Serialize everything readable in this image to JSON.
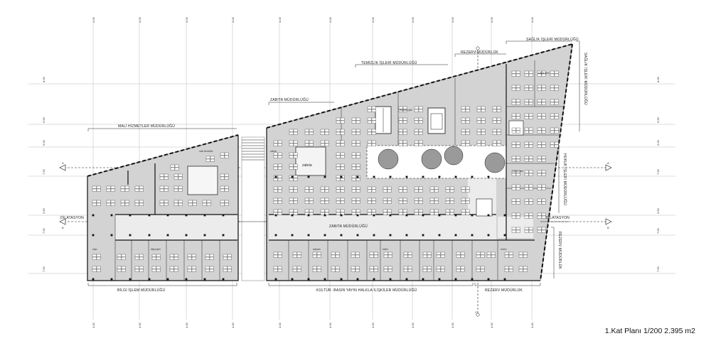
{
  "plan_title": "1.Kat Planı 1/200 2.395 m2",
  "departments": {
    "saglik_top": "SAĞLIK İŞLERİ MÜDÜRLÜĞÜ",
    "saglik_side": "SAĞLIK İŞLERİ MÜDÜRLÜĞÜ",
    "rezerv_top": "REZERV MÜDÜRLÜK",
    "temizlik": "TEMİZLİK İŞLERİ MÜDÜRLÜĞÜ",
    "zabita_top": "ZABITA MÜDÜRLÜĞÜ",
    "zabita_room": "zabıta",
    "zabita_corridor": "ZABITA MÜDÜRLÜĞÜ",
    "mali": "MALİ HİZMETLER MÜDÜRLÜĞÜ",
    "hukuk": "HUKUK İŞLERİ MÜDÜRLÜĞÜ",
    "rezerv_side": "REZERV MÜDÜRLÜK",
    "rezerv_bottom": "REZERV MÜDÜRLÜK",
    "bilgi": "BİLGİ İŞLEM MÜDÜRLÜĞÜ",
    "kultur": "KÜLTÜR -BASIN YAYIN HALKLA İLİŞKİLER MÜDÜRLÜĞÜ"
  },
  "dilatasyon": "DİLATASYON",
  "sections": {
    "a": "A",
    "b": "B",
    "c": "C"
  },
  "elevations_left": [
    "8.00",
    "5.00",
    "6.00",
    "7.50",
    "3.50",
    "7.50",
    "7.50"
  ],
  "elevations_right": [
    "8.00",
    "5.00",
    "6.00",
    "7.50",
    "3.50",
    "7.50",
    "7.50"
  ],
  "grid_dims_top": [
    "4.00",
    "4.00",
    "4.00",
    "4.00",
    "4.00",
    "4.00",
    "4.00",
    "4.00",
    "4.00",
    "4.00",
    "4.00"
  ],
  "grid_dims_bottom": [
    "4.00",
    "4.00",
    "4.00",
    "4.00",
    "4.00",
    "4.00",
    "4.00",
    "4.00",
    "4.00",
    "4.00",
    "4.00"
  ],
  "room_small_labels": {
    "r1": "temizlik işleri",
    "r2": "sağlık işleri",
    "r3": "hukuk işleri",
    "r4": "bilgi işlem",
    "r5": "kültür",
    "r6": "rezerv",
    "r7": "mali hizmetler",
    "r8": "zabıta",
    "r9": "arşiv",
    "r10": "toplantı"
  }
}
